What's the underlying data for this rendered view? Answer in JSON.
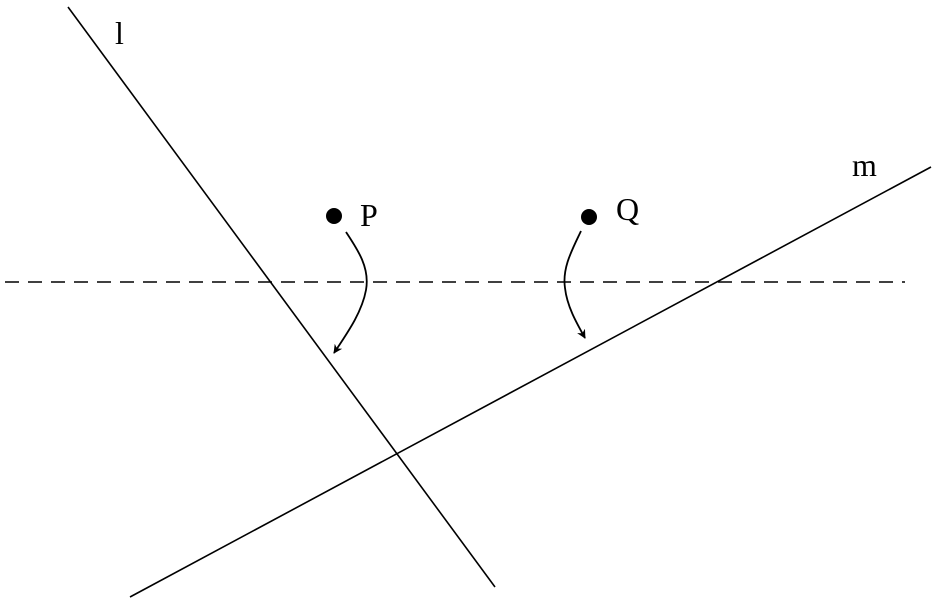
{
  "labels": {
    "line_l": "l",
    "line_m": "m",
    "point_p": "P",
    "point_q": "Q"
  },
  "colors": {
    "stroke": "#000000",
    "background": "#ffffff"
  }
}
